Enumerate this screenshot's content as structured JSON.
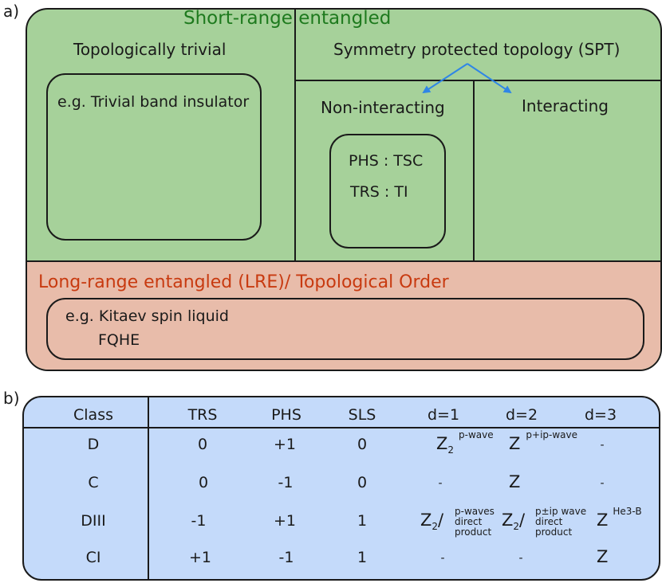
{
  "panel_labels": {
    "a": "a)",
    "b": "b)"
  },
  "diagram": {
    "short_range_title": "Short-range entangled",
    "trivial_title": "Topologically trivial",
    "trivial_example": "e.g. Trivial band insulator",
    "spt_title": "Symmetry protected topology (SPT)",
    "non_interacting": "Non-interacting",
    "interacting": "Interacting",
    "phs_tsc": "PHS : TSC",
    "trs_ti": "TRS : TI",
    "lre_title": "Long-range entangled (LRE)/ Topological Order",
    "lre_example_1": "e.g. Kitaev spin liquid",
    "lre_example_2": "FQHE",
    "colors": {
      "short_range_bg": "#a6d19a",
      "long_range_bg": "#e8bcaa",
      "green_text": "#1e7a1e",
      "red_text": "#c83a10",
      "arrow": "#2f86e6"
    }
  },
  "table": {
    "headers": [
      "Class",
      "TRS",
      "PHS",
      "SLS",
      "d=1",
      "d=2",
      "d=3"
    ],
    "rows": [
      {
        "class": "D",
        "trs": "0",
        "phs": "+1",
        "sls": "0",
        "d1": {
          "sym": "Z",
          "sub": "2",
          "sup": "p-wave"
        },
        "d2": {
          "sym": "Z",
          "sup": "p+ip-wave"
        },
        "d3": "-"
      },
      {
        "class": "C",
        "trs": "0",
        "phs": "-1",
        "sls": "0",
        "d1": "-",
        "d2": {
          "sym": "Z"
        },
        "d3": "-"
      },
      {
        "class": "DIII",
        "trs": "-1",
        "phs": "+1",
        "sls": "1",
        "d1": {
          "sym": "Z",
          "sub": "2",
          "slash": "/",
          "note_1": "p-waves",
          "note_2": "direct",
          "note_3": "product"
        },
        "d2": {
          "sym": "Z",
          "sub": "2",
          "slash": "/",
          "note_1": "p±ip wave",
          "note_2": "direct",
          "note_3": "product"
        },
        "d3": {
          "sym": "Z",
          "sup": "He3-B"
        }
      },
      {
        "class": "CI",
        "trs": "+1",
        "phs": "-1",
        "sls": "1",
        "d1": "-",
        "d2": "-",
        "d3": {
          "sym": "Z"
        }
      }
    ],
    "bg_color": "#c4dafa"
  }
}
